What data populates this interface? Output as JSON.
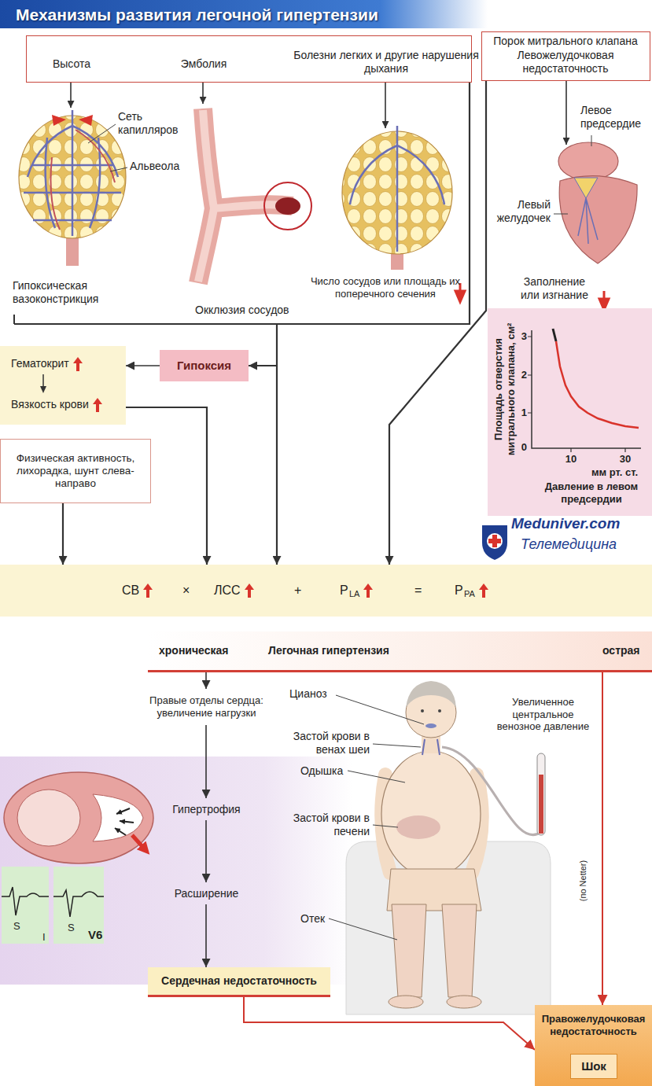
{
  "diagram": {
    "title": "Механизмы развития легочной гипертензии",
    "nodes": [
      {
        "text": [
          "Высота",
          "Эмболия",
          "Болезни легких и другие нарушения дыхания"
        ]
      },
      {
        "text": [
          "Порок митрального клапана",
          "Левожелудочковая недостаточность"
        ]
      },
      {
        "text": [
          "Гипоксия"
        ]
      },
      {
        "text": [
          "Гематокрит",
          "Вязкость крови"
        ]
      },
      {
        "text": [
          "Физическая активность, лихорадка, шунт слева-направо"
        ]
      },
      {
        "text": [
          "СВ",
          "×",
          "ЛСС",
          "+",
          "P",
          "LA",
          "=",
          "P",
          "PA"
        ]
      },
      {
        "text": [
          "хроническая",
          "Легочная гипертензия",
          "острая"
        ]
      },
      {
        "text": [
          "Правые отделы сердца: увеличение нагрузки"
        ]
      },
      {
        "text": [
          "Гипертрофия"
        ]
      },
      {
        "text": [
          "Расширение"
        ]
      },
      {
        "text": [
          "Сердечная недостаточность"
        ]
      },
      {
        "text": [
          "Правожелудочковая недостаточность"
        ]
      },
      {
        "text": [
          "Шок"
        ],
        "in": 11
      }
    ],
    "edges": [
      {
        "from": 0,
        "to": 5,
        "arrow": "to"
      },
      {
        "from": 0,
        "to": 2,
        "arrow": "to"
      },
      {
        "from": 1,
        "to": 5,
        "arrow": "to"
      },
      {
        "from": 2,
        "to": 3,
        "arrow": "to"
      },
      {
        "from": 3,
        "to": 5,
        "arrow": "to"
      },
      {
        "from": 4,
        "to": 5,
        "arrow": "to"
      },
      {
        "from": 6,
        "to": 7,
        "arrow": "to"
      },
      {
        "from": 7,
        "to": 8,
        "arrow": "to"
      },
      {
        "from": 8,
        "to": 9,
        "arrow": "to"
      },
      {
        "from": 9,
        "to": 10,
        "arrow": "to"
      },
      {
        "from": 10,
        "to": 11,
        "arrow": "to"
      },
      {
        "from": 6,
        "to": 11,
        "arrow": "to"
      }
    ],
    "labels": [
      "Сеть капилляров",
      "Альвеола",
      "Гипоксическая вазоконстрикция",
      "Окклюзия сосудов",
      "Число сосудов или площадь их поперечного сечения",
      "Левое предсердие",
      "Левый желудочек",
      "Заполнение или изгнание",
      "Площадь отверстия митрального клапана, см²",
      "3",
      "2",
      "1",
      "0",
      "10",
      "30",
      "мм рт. ст.",
      "Давление в левом предсердии",
      "Meduniver.com",
      "Телемедицина",
      "Цианоз",
      "Застой крови в венах шеи",
      "Одышка",
      "Застой крови в печени",
      "Отек",
      "Увеличенное центральное венозное давление",
      "(по Netter)",
      "S",
      "I",
      "S",
      "V6"
    ]
  }
}
